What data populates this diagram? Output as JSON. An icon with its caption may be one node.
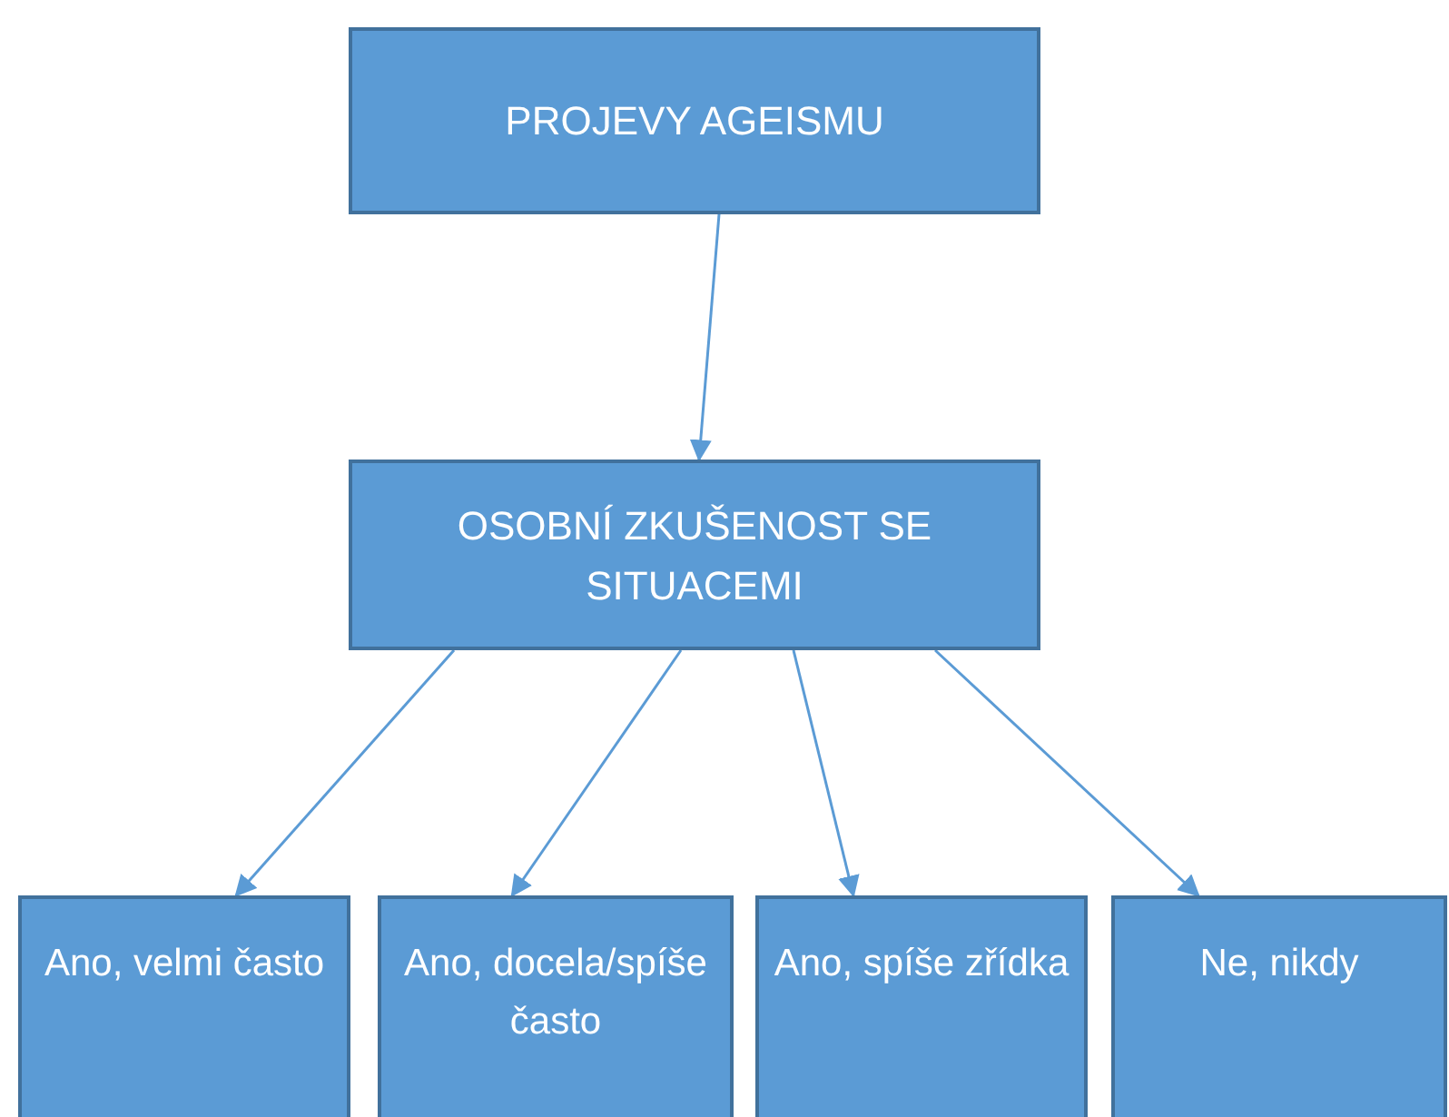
{
  "diagram": {
    "nodes": [
      {
        "text": [
          "PROJEVY AGEISMU"
        ]
      },
      {
        "text": [
          "OSOBNÍ ZKUŠENOST SE SITUACEMI"
        ]
      },
      {
        "text": [
          "Ano, velmi často"
        ]
      },
      {
        "text": [
          "Ano, docela/spíše často"
        ]
      },
      {
        "text": [
          "Ano, spíše zřídka"
        ]
      },
      {
        "text": [
          "Ne, nikdy"
        ]
      }
    ],
    "edges": [
      {
        "from": 0,
        "to": 1,
        "arrow": "to"
      },
      {
        "from": 1,
        "to": 2,
        "arrow": "to"
      },
      {
        "from": 1,
        "to": 3,
        "arrow": "to"
      },
      {
        "from": 1,
        "to": 4,
        "arrow": "to"
      },
      {
        "from": 1,
        "to": 5,
        "arrow": "to"
      }
    ]
  }
}
